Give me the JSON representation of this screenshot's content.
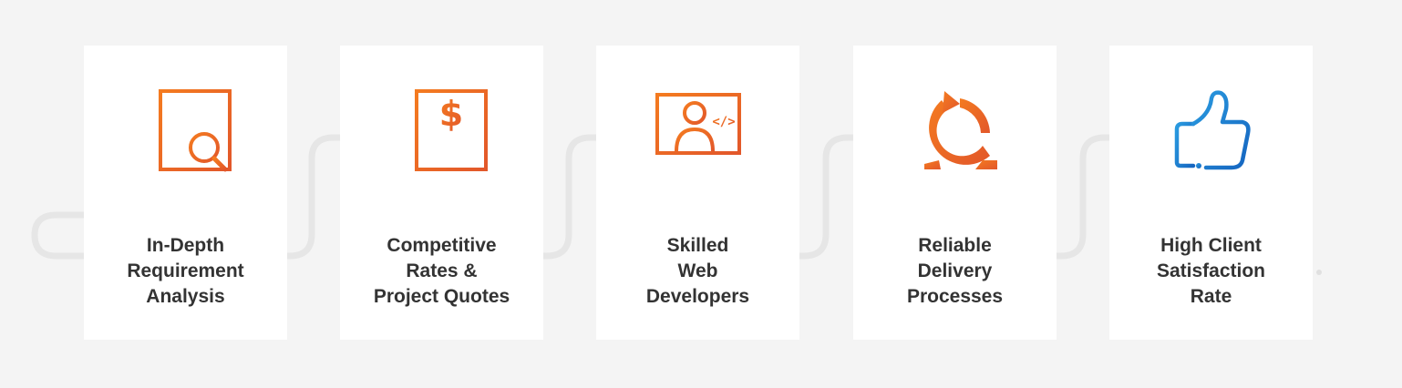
{
  "colors": {
    "background": "#f4f4f4",
    "card": "#ffffff",
    "text": "#333333",
    "orange_start": "#f47b20",
    "orange_end": "#e2572a",
    "blue_icon": "#1e88d8",
    "connector": "#e6e6e6"
  },
  "steps": [
    {
      "icon": "document-search-icon",
      "lines": [
        "In-Depth",
        "Requirement",
        "Analysis"
      ]
    },
    {
      "icon": "dollar-quote-icon",
      "lines": [
        "Competitive",
        "Rates &",
        "Project Quotes"
      ]
    },
    {
      "icon": "developer-monitor-icon",
      "lines": [
        "Skilled",
        "Web",
        "Developers"
      ]
    },
    {
      "icon": "cycle-arrow-icon",
      "lines": [
        "Reliable",
        "Delivery",
        "Processes"
      ]
    },
    {
      "icon": "thumbs-up-icon",
      "lines": [
        "High Client",
        "Satisfaction",
        "Rate"
      ]
    }
  ]
}
